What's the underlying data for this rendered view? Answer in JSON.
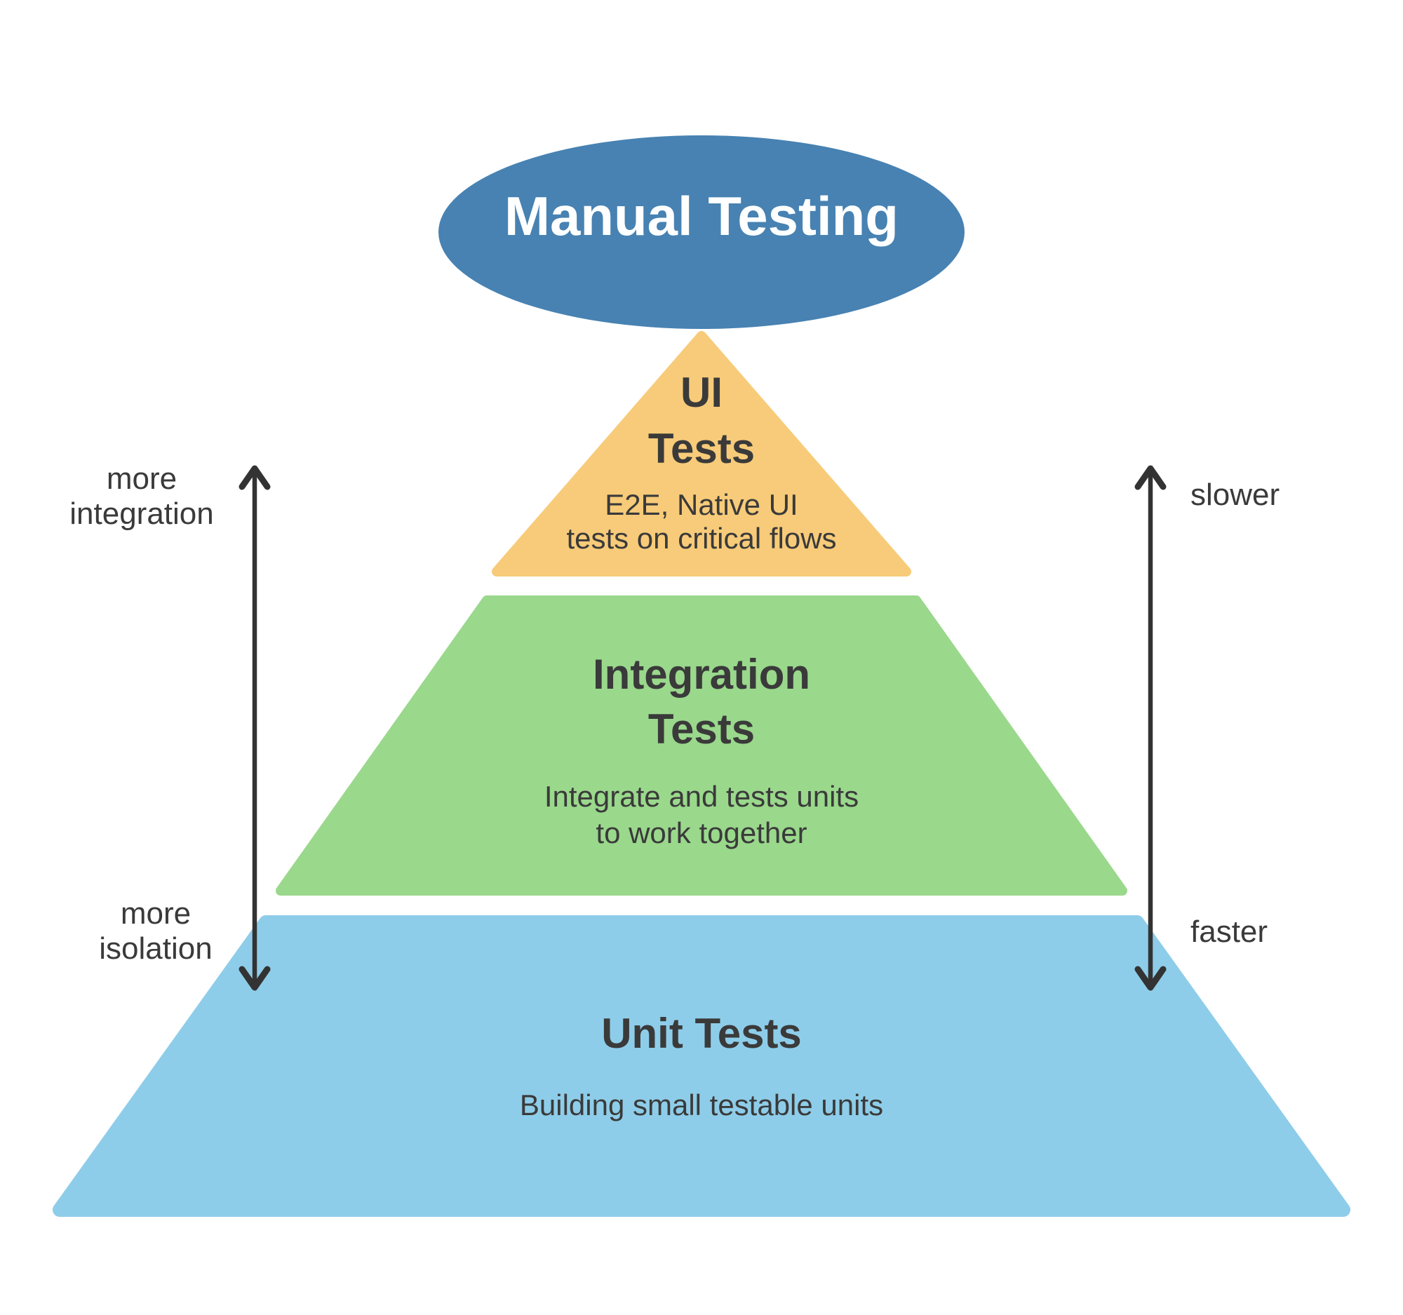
{
  "diagram": {
    "background": "#ffffff",
    "text_color": "#3a3a3a",
    "arrow_color": "#333333",
    "bubble": {
      "label": "Manual Testing",
      "fill": "#4782b2",
      "text_color": "#ffffff"
    },
    "levels": [
      {
        "fill": "#f7cb79",
        "title_lines": [
          "UI",
          "Tests"
        ],
        "subtitle_lines": [
          "E2E, Native UI",
          "tests on critical flows"
        ]
      },
      {
        "fill": "#9ad88c",
        "title_lines": [
          "Integration",
          "Tests"
        ],
        "subtitle_lines": [
          "Integrate and tests units",
          "to work together"
        ]
      },
      {
        "fill": "#8ecde9",
        "title_lines": [
          "Unit Tests"
        ],
        "subtitle_lines": [
          "Building small testable units"
        ]
      }
    ],
    "left_axis": {
      "top_label_lines": [
        "more",
        "integration"
      ],
      "bottom_label_lines": [
        "more",
        "isolation"
      ]
    },
    "right_axis": {
      "top_label": "slower",
      "bottom_label": "faster"
    }
  }
}
